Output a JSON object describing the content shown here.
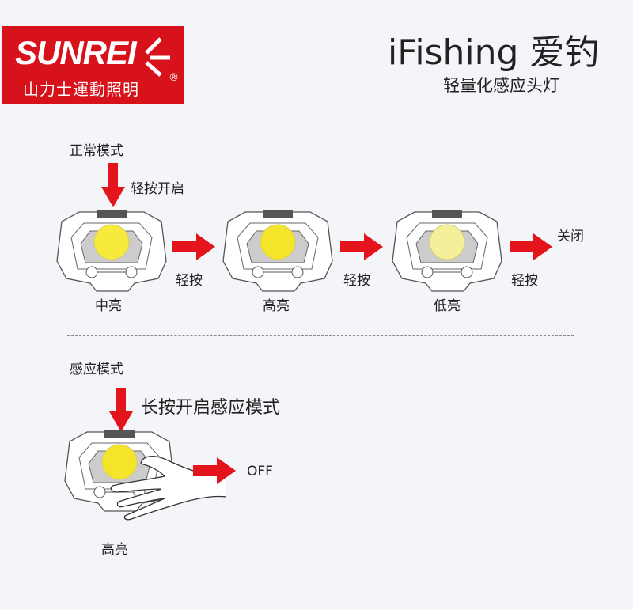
{
  "logo": {
    "brand": "SUNREI",
    "sub": "山力士運動照明",
    "reg": "®"
  },
  "header": {
    "title": "iFishing 爱钓",
    "subtitle": "轻量化感应头灯"
  },
  "normal": {
    "title": "正常模式",
    "press_on": "轻按开启",
    "steps": [
      {
        "label": "中亮",
        "light": "#f6ea3c"
      },
      {
        "label": "高亮",
        "light": "#f5e52a"
      },
      {
        "label": "低亮",
        "light": "#f4ef9a"
      }
    ],
    "press": "轻按",
    "off": "关闭"
  },
  "sensor": {
    "title": "感应模式",
    "press_on": "长按开启感应模式",
    "label": "高亮",
    "off": "OFF"
  },
  "colors": {
    "arrow": "#e3141b",
    "logo": "#d8121b"
  }
}
